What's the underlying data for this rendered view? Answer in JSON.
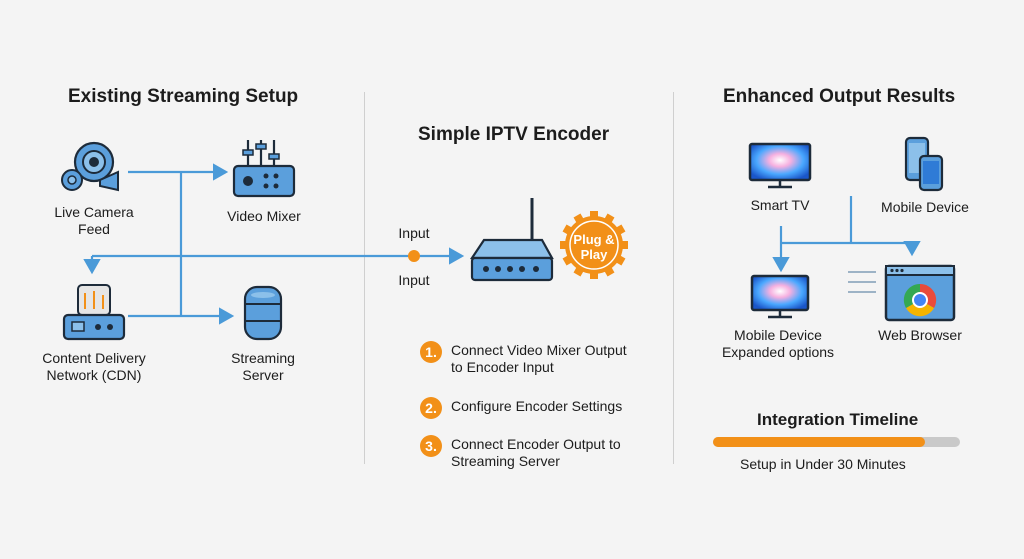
{
  "sections": {
    "existing": "Existing Streaming Setup",
    "encoder": "Simple IPTV Encoder",
    "enhanced": "Enhanced Output Results"
  },
  "existing_setup": {
    "camera": [
      "Live Camera",
      "Feed"
    ],
    "mixer": "Video Mixer",
    "cdn": [
      "Content Delivery",
      "Network (CDN)"
    ],
    "server": [
      "Streaming",
      "Server"
    ]
  },
  "encoder": {
    "input_top": "Input",
    "input_bottom": "Input",
    "badge": [
      "Plug &",
      "Play"
    ],
    "steps": [
      {
        "num": "1.",
        "text": "Connect Video Mixer Output to Encoder Input"
      },
      {
        "num": "2.",
        "text": "Configure Encoder Settings"
      },
      {
        "num": "3.",
        "text": "Connect Encoder Output to Streaming Server"
      }
    ]
  },
  "outputs": {
    "smart_tv": "Smart TV",
    "mobile_device": "Mobile Device",
    "mobile_expanded": [
      "Mobile Device",
      "Expanded options"
    ],
    "web_browser": "Web Browser"
  },
  "timeline": {
    "title": "Integration Timeline",
    "progress": 0.86,
    "caption": "Setup in Under 30 Minutes"
  },
  "colors": {
    "accent": "#f29018",
    "line": "#4a9ad8",
    "device_fill": "#5b9fdc",
    "device_stroke": "#1d2b3a"
  }
}
